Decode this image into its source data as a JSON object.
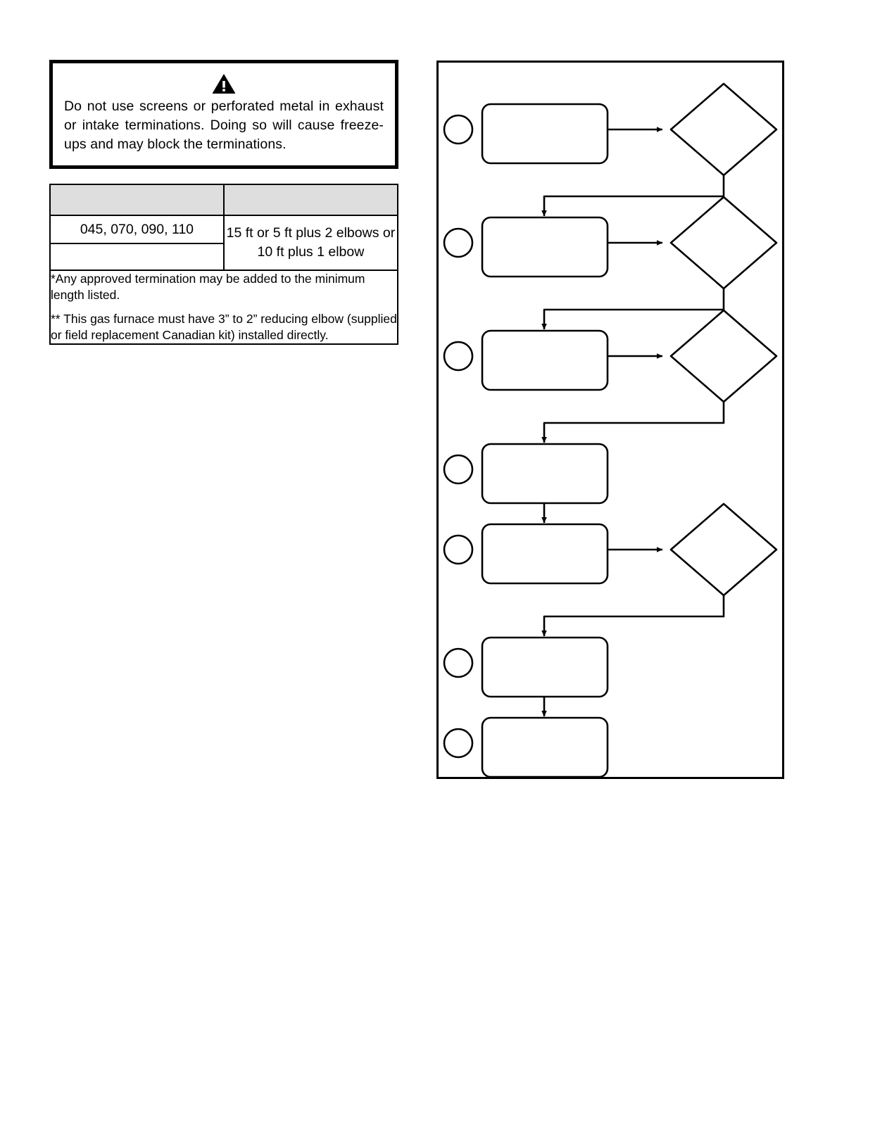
{
  "warning": {
    "icon": "warning-triangle-icon",
    "text": "Do not use screens or perforated metal in exhaust or intake terminations. Doing so will cause freeze-ups and may block the terminations."
  },
  "spec_table": {
    "header": {
      "left": "",
      "right": ""
    },
    "rows": [
      {
        "model": "045, 070, 090, 110",
        "length": "15 ft or 5 ft plus 2 elbows or 10 ft plus 1 elbow"
      },
      {
        "model": "",
        "length": ""
      }
    ],
    "notes": [
      "*Any approved termination may be added to the minimum length listed.",
      "** This gas furnace must have 3” to 2” reducing elbow (supplied or field replacement Canadian kit) installed directly."
    ]
  },
  "flowchart": {
    "title": "",
    "steps": [
      {
        "bullet": "",
        "label": "",
        "decision": ""
      },
      {
        "bullet": "",
        "label": "",
        "decision": ""
      },
      {
        "bullet": "",
        "label": "",
        "decision": ""
      },
      {
        "bullet": "",
        "label": ""
      },
      {
        "bullet": "",
        "label": "",
        "decision": ""
      },
      {
        "bullet": "",
        "label": ""
      },
      {
        "bullet": "",
        "label": ""
      }
    ]
  },
  "colors": {
    "ink": "#000000",
    "paper": "#ffffff",
    "table_header_fill": "#dedede"
  }
}
